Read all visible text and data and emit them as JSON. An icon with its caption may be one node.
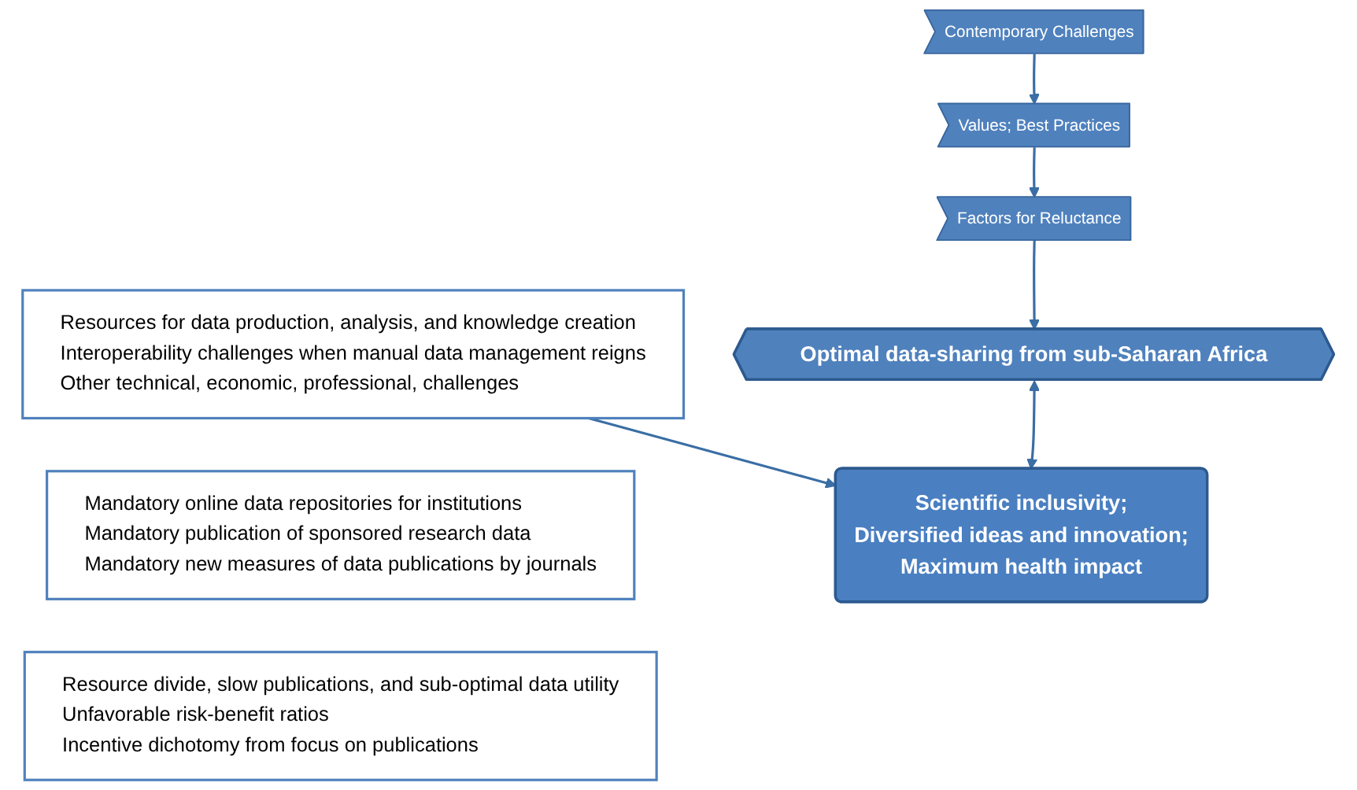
{
  "diagram": {
    "nodes": [
      {
        "text": [
          "Contemporary Challenges"
        ]
      },
      {
        "text": [
          "Resources for data production, analysis, and knowledge creation",
          "Interoperability challenges when manual data management reigns",
          "Other technical, economic, professional, challenges"
        ]
      },
      {
        "text": [
          "Values; Best Practices"
        ]
      },
      {
        "text": [
          "Mandatory online data repositories for institutions",
          "Mandatory publication of sponsored research data",
          "Mandatory new measures of data publications by journals"
        ]
      },
      {
        "text": [
          "Factors for Reluctance"
        ]
      },
      {
        "text": [
          "Resource divide, slow publications, and sub-optimal data utility",
          "Unfavorable risk-benefit ratios",
          "Incentive dichotomy from focus on publications"
        ]
      },
      {
        "text": [
          "Optimal data-sharing from sub-Saharan Africa"
        ]
      },
      {
        "text": [
          "Scientific inclusivity;",
          "Diversified ideas and innovation;",
          "Maximum health impact"
        ]
      }
    ],
    "edges": [
      {
        "from": 0,
        "to": 2,
        "arrow": "to"
      },
      {
        "from": 2,
        "to": 4,
        "arrow": "to"
      },
      {
        "from": 4,
        "to": 6,
        "arrow": "to"
      },
      {
        "from": 1,
        "to": 7,
        "arrow": "to"
      },
      {
        "from": 6,
        "to": 7,
        "arrow": "both"
      }
    ]
  }
}
